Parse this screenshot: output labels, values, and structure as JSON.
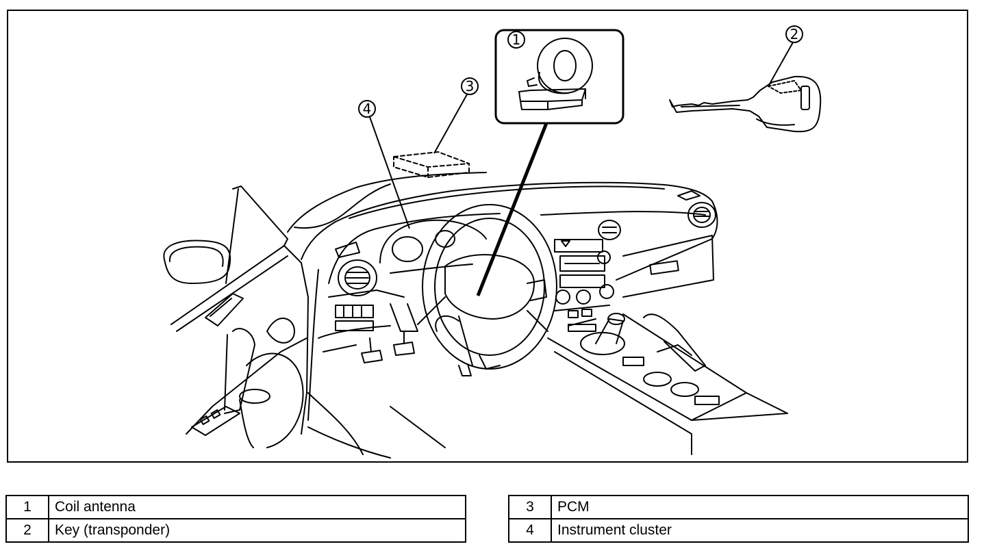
{
  "callouts": [
    {
      "number": "1"
    },
    {
      "number": "2"
    },
    {
      "number": "3"
    },
    {
      "number": "4"
    }
  ],
  "legend_left": [
    {
      "number": "1",
      "label": "Coil antenna"
    },
    {
      "number": "2",
      "label": "Key (transponder)"
    }
  ],
  "legend_right": [
    {
      "number": "3",
      "label": "PCM"
    },
    {
      "number": "4",
      "label": "Instrument cluster"
    }
  ]
}
